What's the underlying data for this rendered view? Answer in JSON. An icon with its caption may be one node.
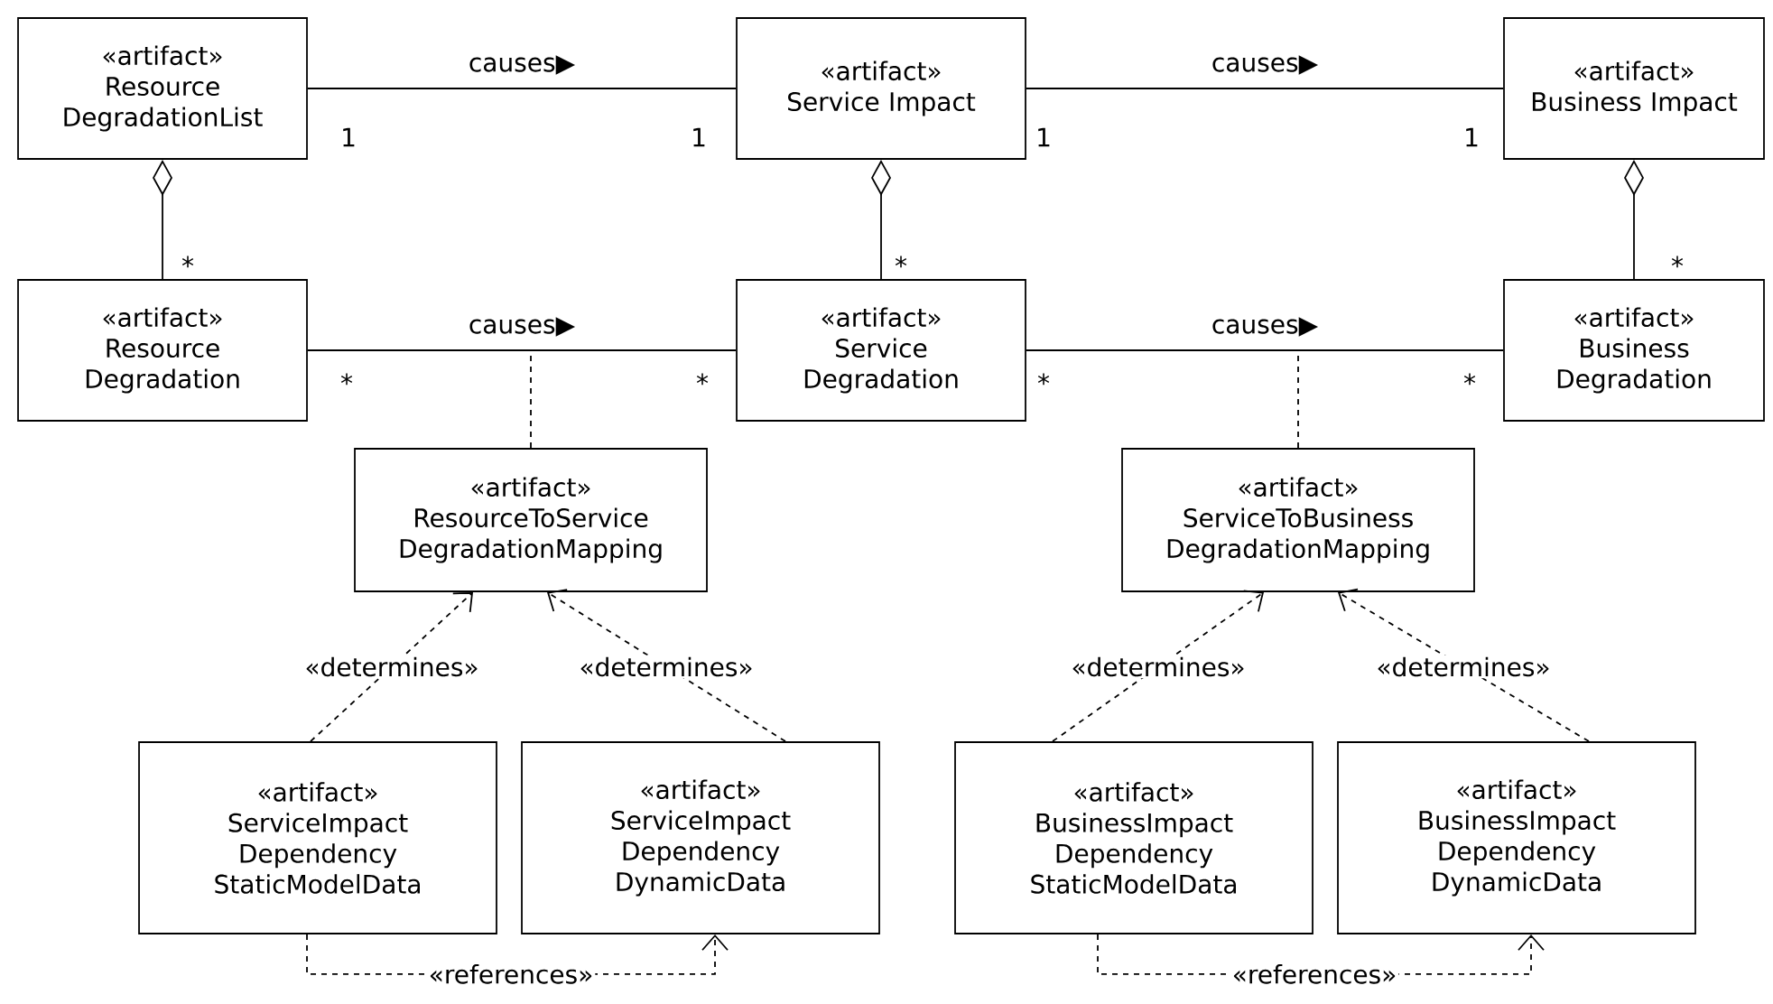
{
  "diagram": {
    "nodes": [
      {
        "text": [
          "«artifact»",
          "Resource DegradationList"
        ]
      },
      {
        "text": [
          "«artifact»",
          "Service Impact"
        ]
      },
      {
        "text": [
          "«artifact»",
          "Business Impact"
        ]
      },
      {
        "text": [
          "«artifact»",
          "Resource Degradation"
        ]
      },
      {
        "text": [
          "«artifact»",
          "Service Degradation"
        ]
      },
      {
        "text": [
          "«artifact»",
          "Business Degradation"
        ]
      },
      {
        "text": [
          "«artifact»",
          "ResourceToService DegradationMapping"
        ]
      },
      {
        "text": [
          "«artifact»",
          "ServiceToBusiness DegradationMapping"
        ]
      },
      {
        "text": [
          "«artifact»",
          "ServiceImpact Dependency StaticModelData"
        ]
      },
      {
        "text": [
          "«artifact»",
          "ServiceImpact Dependency DynamicData"
        ]
      },
      {
        "text": [
          "«artifact»",
          "BusinessImpact Dependency StaticModelData"
        ]
      },
      {
        "text": [
          "«artifact»",
          "BusinessImpact Dependency DynamicData"
        ]
      }
    ],
    "edges": [
      {
        "from": 0,
        "to": 1,
        "arrow": "none",
        "label": "causes▶"
      },
      {
        "from": 1,
        "to": 2,
        "arrow": "none",
        "label": "causes▶"
      },
      {
        "from": 3,
        "to": 4,
        "arrow": "none",
        "label": "causes▶"
      },
      {
        "from": 4,
        "to": 5,
        "arrow": "none",
        "label": "causes▶"
      },
      {
        "from": 0,
        "to": 3,
        "arrow": "other"
      },
      {
        "from": 1,
        "to": 4,
        "arrow": "other"
      },
      {
        "from": 2,
        "to": 5,
        "arrow": "other"
      },
      {
        "from": 6,
        "to": null,
        "arrow": "none",
        "style": "dashed"
      },
      {
        "from": 7,
        "to": null,
        "arrow": "none",
        "style": "dashed"
      },
      {
        "from": 8,
        "to": 6,
        "arrow": "to",
        "style": "dashed",
        "label": "«determines»"
      },
      {
        "from": 9,
        "to": 6,
        "arrow": "to",
        "style": "dashed",
        "label": "«determines»"
      },
      {
        "from": 10,
        "to": 7,
        "arrow": "to",
        "style": "dashed",
        "label": "«determines»"
      },
      {
        "from": 11,
        "to": 7,
        "arrow": "to",
        "style": "dashed",
        "label": "«determines»"
      },
      {
        "from": 8,
        "to": 9,
        "arrow": "to",
        "style": "dashed",
        "label": "«references»"
      },
      {
        "from": 10,
        "to": 11,
        "arrow": "to",
        "style": "dashed",
        "label": "«references»"
      }
    ],
    "labels": [
      "1",
      "1",
      "1",
      "1",
      "*",
      "*",
      "*",
      "*",
      "*",
      "*",
      "*"
    ]
  }
}
